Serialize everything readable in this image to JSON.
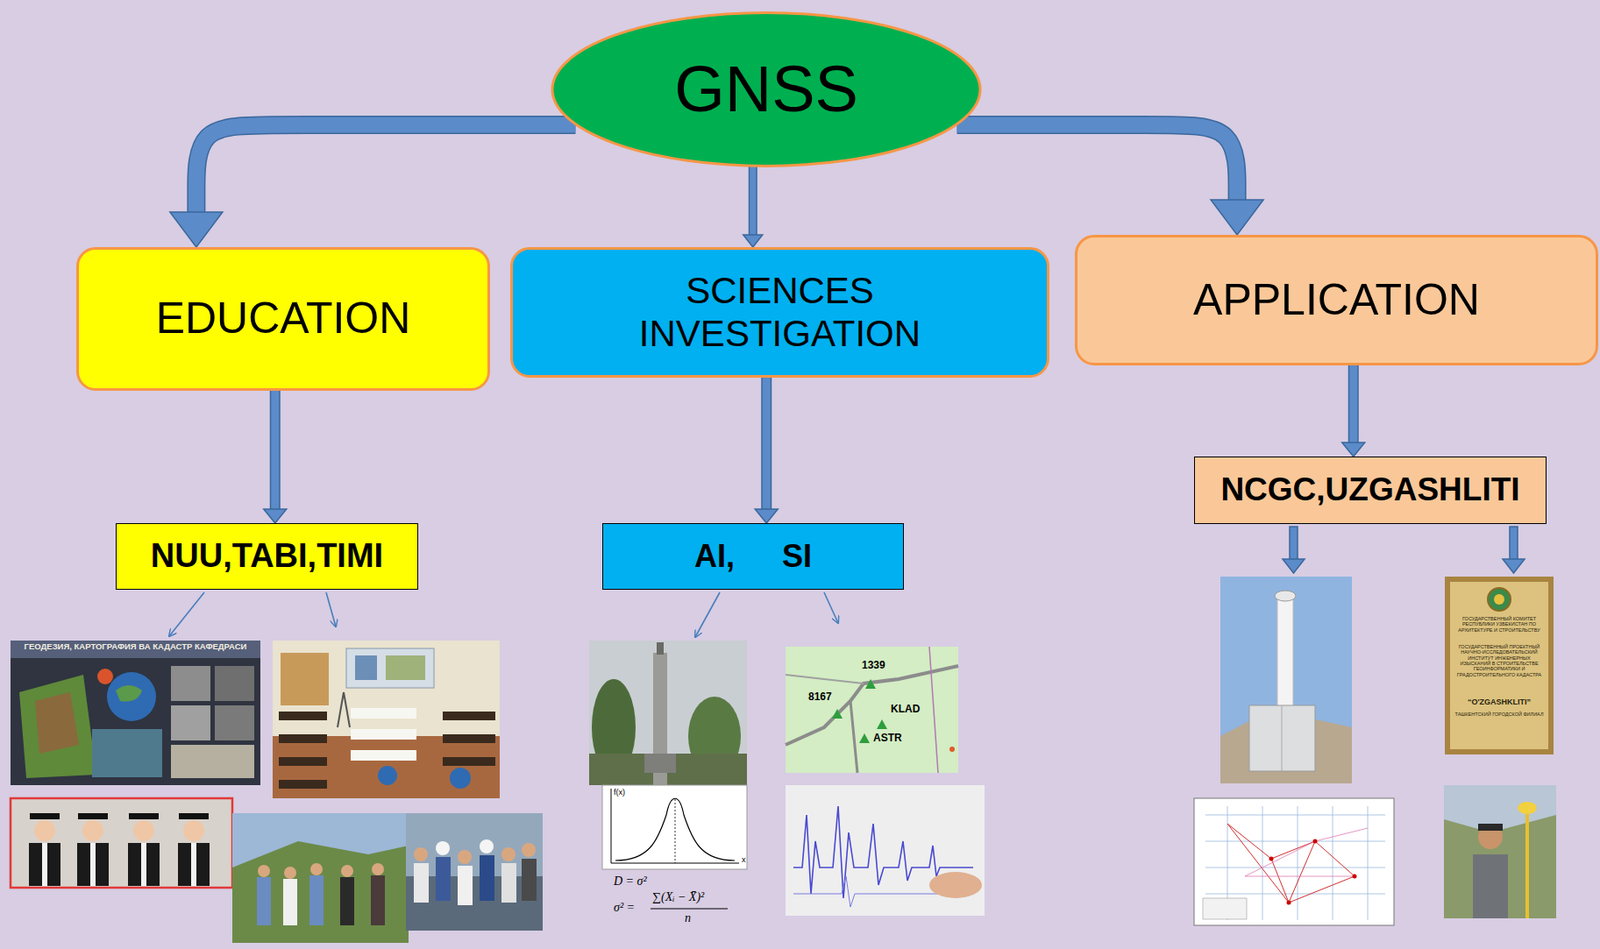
{
  "diagram": {
    "nodes": [
      {
        "text": [
          "GNSS"
        ]
      },
      {
        "text": [
          "EDUCATION"
        ]
      },
      {
        "text": [
          "SCIENCES INVESTIGATION"
        ]
      },
      {
        "text": [
          "APPLICATION"
        ]
      },
      {
        "text": [
          "NUU,TABI,TIMI"
        ]
      },
      {
        "text": [
          "AI, SI"
        ]
      },
      {
        "text": [
          "NCGC,UZGASHLITI"
        ]
      }
    ],
    "edges": [
      {
        "from": 0,
        "to": 1,
        "arrow": "to"
      },
      {
        "from": 0,
        "to": 2,
        "arrow": "to"
      },
      {
        "from": 0,
        "to": 3,
        "arrow": "to"
      },
      {
        "from": 1,
        "to": 4,
        "arrow": "to"
      },
      {
        "from": 2,
        "to": 5,
        "arrow": "to"
      },
      {
        "from": 3,
        "to": 6,
        "arrow": "to"
      }
    ],
    "labels": [
      "ГЕОДЕЗИЯ, КАРТОГРАФИЯ ВА КАДАСТР КАФЕДРАСИ",
      "f(x)",
      "x",
      "D = σ²",
      "σ² =",
      "∑(Xᵢ − X̄)²",
      "n",
      "1339",
      "8167",
      "KLAD",
      "ASTR",
      "ГОСУДАРСТВЕННЫЙ КОМИТЕТ РЕСПУБЛИКИ УЗБЕКИСТАН ПО АРХИТЕКТУРЕ И СТРОИТЕЛЬСТВУ",
      "ГОСУДАРСТВЕННЫЙ ПРОЕКТНЫЙ НАУЧНО-ИССЛЕДОВАТЕЛЬСКИЙ ИНСТИТУТ ИНЖЕНЕРНЫХ ИЗЫСКАНИЙ В СТРОИТЕЛЬСТВЕ ГЕОИНФОРМАТИКИ И ГРАДОСТРОИТЕЛЬНОГО КАДАСТРА",
      "“O'ZGASHKLITI”",
      "ТАШКЕНТСКИЙ ГОРОДСКОЙ ФИЛИАЛ"
    ]
  }
}
